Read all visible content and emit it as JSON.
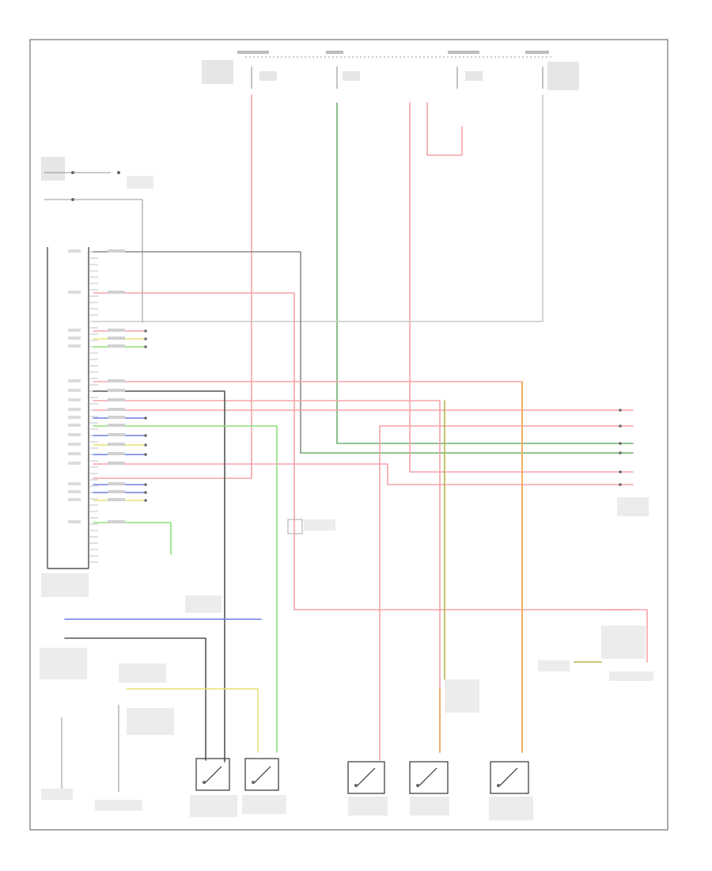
{
  "diagram": {
    "colors": {
      "red": "#f6a3a8",
      "green": "#6fb06a",
      "lightgreen": "#8ee07c",
      "orange": "#f0a850",
      "olive": "#b7b24a",
      "yellow": "#e8e07a",
      "blue": "#6b7fe8",
      "gray": "#8a8a8a",
      "darkgray": "#555555",
      "lightgray": "#c8c8c8"
    },
    "wires": [
      {
        "name": "wire-red-main-vertical",
        "color": "red"
      },
      {
        "name": "wire-green-vertical",
        "color": "green"
      },
      {
        "name": "wire-green-horizontal",
        "color": "green"
      },
      {
        "name": "wire-red-fuse-loop",
        "color": "red"
      },
      {
        "name": "wire-red-right-vertical",
        "color": "red"
      },
      {
        "name": "wire-gray-right-vertical",
        "color": "lightgray"
      },
      {
        "name": "wire-gray-upper-loop",
        "color": "gray"
      },
      {
        "name": "wire-red-upper-loop",
        "color": "red"
      },
      {
        "name": "wire-red-horizontal-1",
        "color": "red"
      },
      {
        "name": "wire-red-horizontal-2",
        "color": "red"
      },
      {
        "name": "wire-red-horizontal-3",
        "color": "red"
      },
      {
        "name": "wire-red-horizontal-4",
        "color": "red"
      },
      {
        "name": "wire-dark-vertical",
        "color": "darkgray"
      },
      {
        "name": "wire-lightgreen-vertical",
        "color": "lightgreen"
      },
      {
        "name": "wire-lightgreen-ground",
        "color": "lightgreen"
      },
      {
        "name": "wire-blue-horizontal",
        "color": "blue"
      },
      {
        "name": "wire-yellow-switch",
        "color": "yellow"
      },
      {
        "name": "wire-red-lower-loop",
        "color": "red"
      },
      {
        "name": "wire-olive-vertical",
        "color": "olive"
      },
      {
        "name": "wire-orange-vertical",
        "color": "orange"
      },
      {
        "name": "wire-red-switch-1",
        "color": "red"
      }
    ],
    "switches": [
      {
        "name": "switch-1"
      },
      {
        "name": "switch-2"
      },
      {
        "name": "switch-3"
      },
      {
        "name": "switch-4"
      },
      {
        "name": "switch-5"
      }
    ]
  }
}
